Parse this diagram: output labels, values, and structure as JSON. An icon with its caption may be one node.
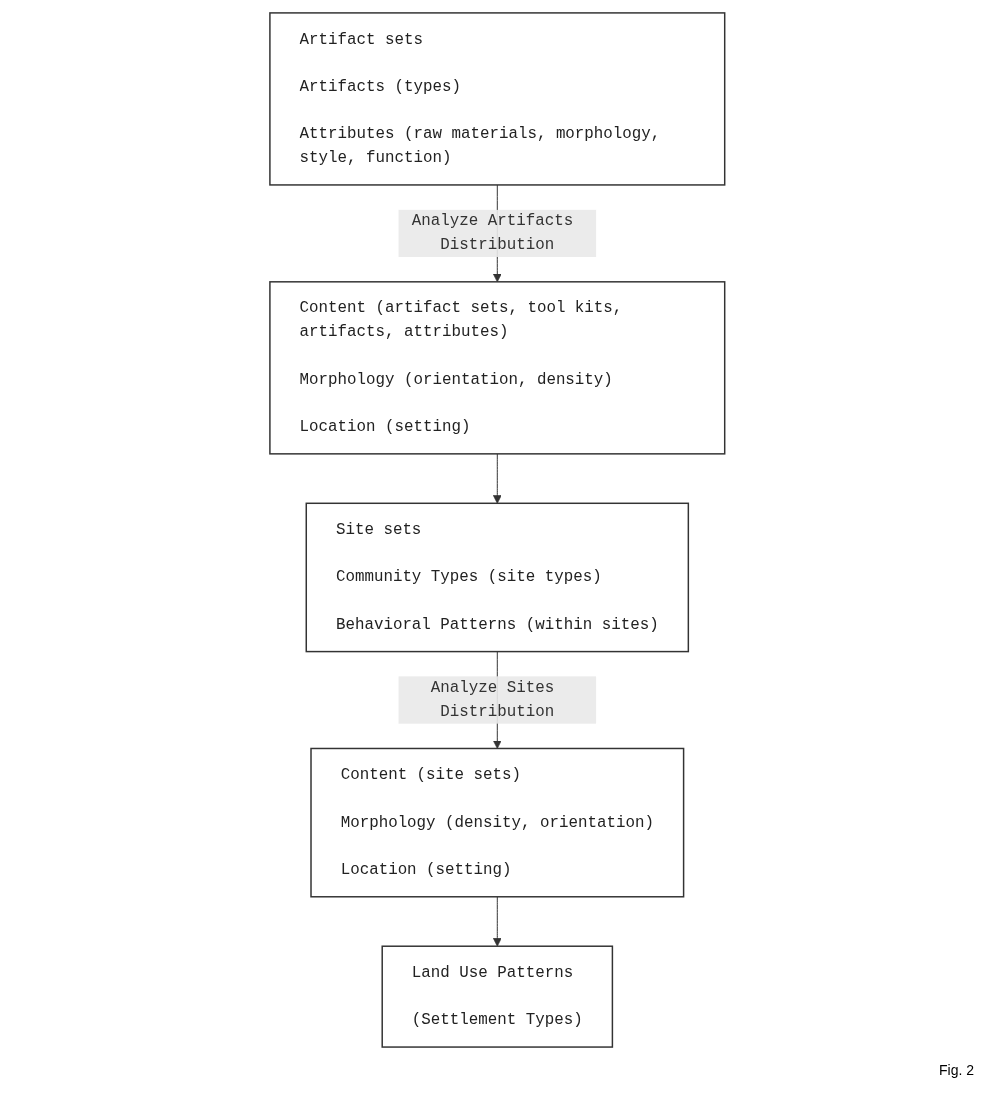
{
  "diagram": {
    "caption": "Fig. 2",
    "nodes": [
      {
        "text": [
          "Land Use Patterns",
          "(Settlement Types)"
        ]
      },
      {
        "text": [
          "Content (site sets)",
          "Morphology (density, orientation)",
          "Location (setting)"
        ]
      },
      {
        "text": [
          "Site sets",
          "Community Types (site types)",
          "Behavioral Patterns (within sites)"
        ]
      },
      {
        "text": [
          "Content (artifact sets, tool kits, artifacts, attributes)",
          "Morphology (orientation, density)",
          "Location (setting)"
        ]
      },
      {
        "text": [
          "Artifact sets",
          "Artifacts (types)",
          "Attributes (raw materials, morphology, style, function)"
        ]
      }
    ],
    "edges": [
      {
        "from": 1,
        "to": 0,
        "arrow": "to"
      },
      {
        "from": 2,
        "to": 1,
        "arrow": "to",
        "label": "Analyze Sites Distribution"
      },
      {
        "from": 3,
        "to": 2,
        "arrow": "to"
      },
      {
        "from": 4,
        "to": 3,
        "arrow": "to",
        "label": "Analyze Artifacts Distribution"
      }
    ]
  }
}
